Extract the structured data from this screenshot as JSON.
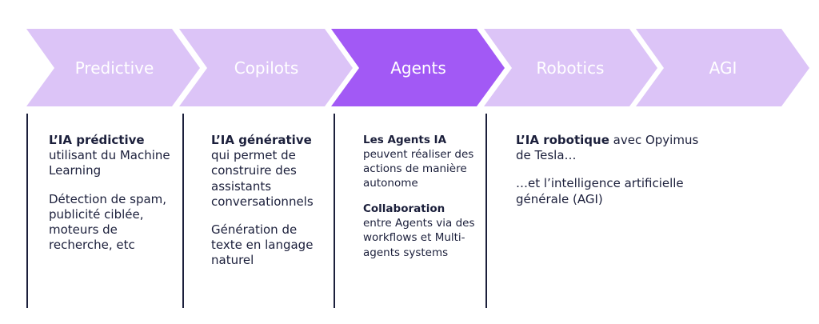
{
  "colors": {
    "stage_light": "#dcc4f7",
    "stage_active": "#a259f5",
    "text_dark": "#1b1f3b",
    "rule_dark": "#1b1f3b"
  },
  "stages": [
    {
      "label": "Predictive",
      "active": false
    },
    {
      "label": "Copilots",
      "active": false
    },
    {
      "label": "Agents",
      "active": true
    },
    {
      "label": "Robotics",
      "active": false
    },
    {
      "label": "AGI",
      "active": false
    }
  ],
  "columns": {
    "predictive": {
      "p1_bold": "L’IA prédictive",
      "p1_rest": "utilisant du Machine Learning",
      "p2": "Détection de spam, publicité ciblée, moteurs de recherche, etc"
    },
    "copilots": {
      "p1_bold": "L’IA générative",
      "p1_rest": "qui permet de construire des assistants conversationnels",
      "p2": "Génération de texte en langage naturel"
    },
    "agents": {
      "p1_bold": "Les Agents IA",
      "p1_rest": "peuvent réaliser des actions de manière autonome",
      "p2_bold": "Collaboration",
      "p2_rest": "entre Agents via des workflows et Multi-agents systems"
    },
    "robotics": {
      "p1_bold": "L’IA robotique",
      "p1_rest": "avec Opyimus de Tesla…",
      "p2": "…et l’intelligence artificielle générale (AGI)"
    }
  }
}
